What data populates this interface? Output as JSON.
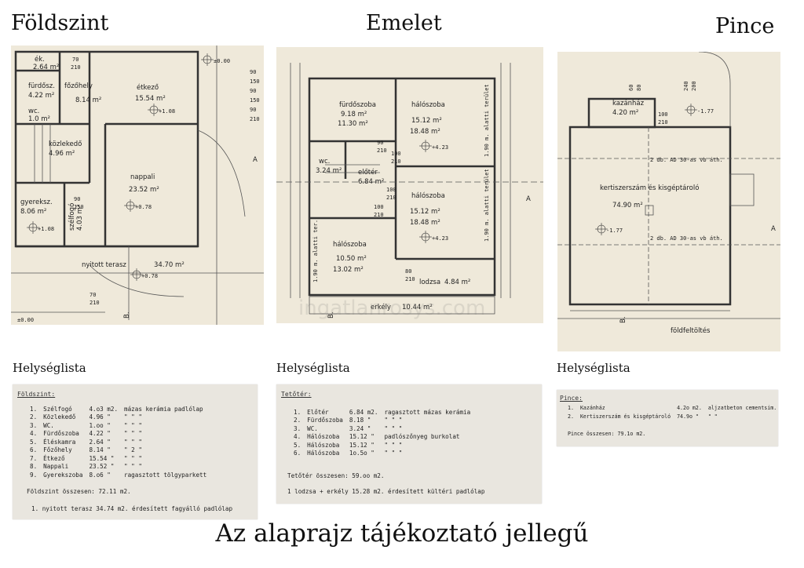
{
  "titles": {
    "ground": "Földszint",
    "upper": "Emelet",
    "basement": "Pince"
  },
  "helyseglista": "Helységlista",
  "ground_plan": {
    "rooms": [
      {
        "name": "ék.",
        "area": "2.64 m²"
      },
      {
        "name": "fürdősz.",
        "area": "4.22 m²"
      },
      {
        "name": "főzőhely",
        "area": "8.14 m²"
      },
      {
        "name": "étkező",
        "area": "15.54 m²"
      },
      {
        "name": "wc.",
        "area": "1.0 m²"
      },
      {
        "name": "közlekedő",
        "area": "4.96 m²"
      },
      {
        "name": "nappali",
        "area": "23.52 m²"
      },
      {
        "name": "gyereksz.",
        "area": "8.06 m²"
      },
      {
        "name": "szélfogó",
        "area": "4.03 m²"
      },
      {
        "name": "nyitott terasz",
        "area": "34.70 m²"
      }
    ],
    "levels": [
      "±0.00",
      "+1.08",
      "+0.78",
      "+1.08",
      "+0.78",
      "±0.00"
    ],
    "dims": [
      "70",
      "210",
      "90",
      "150",
      "90",
      "150",
      "90",
      "150",
      "90",
      "210",
      "70",
      "210"
    ],
    "marks": [
      "A",
      "B."
    ]
  },
  "upper_plan": {
    "rooms": [
      {
        "name": "fürdőszoba",
        "area": "9.18 m²",
        "area2": "11.30 m²"
      },
      {
        "name": "hálószoba",
        "area": "15.12 m²",
        "area2": "18.48 m²"
      },
      {
        "name": "wc.",
        "area": "3.24 m²"
      },
      {
        "name": "előtér",
        "area": "6.84 m²"
      },
      {
        "name": "hálószoba",
        "area": "15.12 m²",
        "area2": "18.48 m²"
      },
      {
        "name": "hálószoba",
        "area": "10.50 m²",
        "area2": "13.02 m²"
      },
      {
        "name": "lodzsa",
        "area": "4.84 m²"
      },
      {
        "name": "erkély",
        "area": "10.44 m²"
      }
    ],
    "levels": [
      "+4.23",
      "+4.23"
    ],
    "notes": [
      "1.90 m. alatti terület",
      "1.90 m. alatti ter.",
      "1.90 m. alatti terület"
    ],
    "dims": [
      "90",
      "210",
      "100",
      "210",
      "100",
      "210",
      "100",
      "210",
      "80",
      "210"
    ],
    "marks": [
      "A",
      "B."
    ]
  },
  "basement_plan": {
    "rooms": [
      {
        "name": "kazánház",
        "area": "4.20 m²"
      },
      {
        "name": "kertiszerszám és kisgéptároló",
        "area": "74.90 m²"
      }
    ],
    "levels": [
      "-1.77",
      "-1.77"
    ],
    "beams": [
      "2 db. AD 30-as vb áth.",
      "2 db. AD 30-as vb áth."
    ],
    "dims": [
      "60",
      "80",
      "240",
      "200",
      "100",
      "210"
    ],
    "fill": "földfeltöltés",
    "marks": [
      "A",
      "B."
    ]
  },
  "list_ground": {
    "header": "Földszint:",
    "rows": [
      {
        "no": "1.",
        "name": "Szélfogó",
        "area": "4.o3 m2.",
        "desc": "mázas kerámia padlólap"
      },
      {
        "no": "2.",
        "name": "Közlekedő",
        "area": "4.96 \"",
        "desc": "\"     \"     \""
      },
      {
        "no": "3.",
        "name": "WC.",
        "area": "1.oo \"",
        "desc": "\"     \"     \""
      },
      {
        "no": "4.",
        "name": "Fürdőszoba",
        "area": "4.22 \"",
        "desc": "\"     \"     \""
      },
      {
        "no": "5.",
        "name": "Éléskamra",
        "area": "2.64 \"",
        "desc": "\"     \"     \""
      },
      {
        "no": "6.",
        "name": "Főzőhely",
        "area": "8.14 \"",
        "desc": "\"     2     \""
      },
      {
        "no": "7.",
        "name": "Étkező",
        "area": "15.54 \"",
        "desc": "\"     \"     \""
      },
      {
        "no": "8.",
        "name": "Nappali",
        "area": "23.52 \"",
        "desc": "\"     \"     \""
      },
      {
        "no": "9.",
        "name": "Gyerekszoba",
        "area": "8.o6 \"",
        "desc": "ragasztott tölgyparkett"
      }
    ],
    "total": "Földszint összesen:     72.11 m2.",
    "note": "1. nyitott terasz  34.74 m2. érdesített fagyálló padlólap"
  },
  "list_upper": {
    "header": "Tetőtér:",
    "rows": [
      {
        "no": "1.",
        "name": "Előtér",
        "area": "6.84 m2.",
        "desc": "ragasztott mázas kerámia"
      },
      {
        "no": "2.",
        "name": "Fürdőszoba",
        "area": "8.18 \"",
        "desc": "\"     \"     \""
      },
      {
        "no": "3.",
        "name": "WC.",
        "area": "3.24 \"",
        "desc": "\"     \"     \""
      },
      {
        "no": "4.",
        "name": "Hálószoba",
        "area": "15.12 \"",
        "desc": "padlószőnyeg burkolat"
      },
      {
        "no": "5.",
        "name": "Hálószoba",
        "area": "15.12 \"",
        "desc": "\"     \"     \""
      },
      {
        "no": "6.",
        "name": "Hálószoba",
        "area": "1o.5o \"",
        "desc": "\"     \"     \""
      }
    ],
    "total": "Tetőtér összesen:     59.oo m2.",
    "note": "1 lodzsa + erkély 15.28 m2. érdesített kültéri padlólap"
  },
  "list_basement": {
    "header": "Pince:",
    "rows": [
      {
        "no": "1.",
        "name": "Kazánház",
        "area": "4.2o m2.",
        "desc": "aljzatbeton cementsim."
      },
      {
        "no": "2.",
        "name": "Kertiszerszám és kisgéptároló",
        "area": "74.9o \"",
        "desc": "\"     \""
      }
    ],
    "total": "Pince összesen:     79.1o m2."
  },
  "footer": "Az alaprajz tájékoztató jellegű",
  "watermark": "ingatlanrosys.com"
}
